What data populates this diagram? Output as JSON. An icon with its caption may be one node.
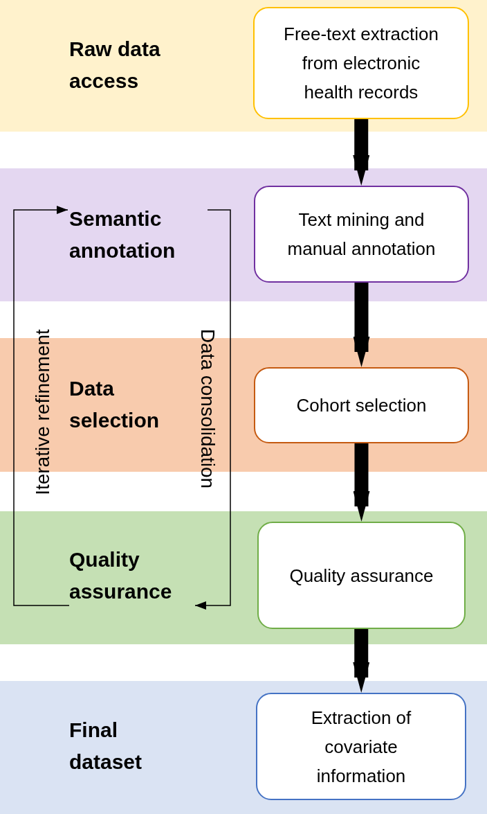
{
  "diagram": {
    "nodes": [
      {
        "text": [],
        "shape": "band"
      },
      {
        "text": [
          "Raw data access"
        ],
        "in": 0
      },
      {
        "text": [
          "Free-text extraction from electronic health records"
        ],
        "in": 0
      },
      {
        "text": [],
        "shape": "band"
      },
      {
        "text": [
          "Semantic annotation"
        ],
        "in": 3
      },
      {
        "text": [
          "Text mining and manual annotation"
        ],
        "in": 3
      },
      {
        "text": [],
        "shape": "band"
      },
      {
        "text": [
          "Data selection"
        ],
        "in": 6
      },
      {
        "text": [
          "Cohort selection"
        ],
        "in": 6
      },
      {
        "text": [],
        "shape": "band"
      },
      {
        "text": [
          "Quality assurance"
        ],
        "in": 9
      },
      {
        "text": [
          "Quality assurance"
        ],
        "in": 9
      },
      {
        "text": [],
        "shape": "band"
      },
      {
        "text": [
          "Final dataset"
        ],
        "in": 12
      },
      {
        "text": [
          "Extraction of covariate information"
        ],
        "in": 12
      }
    ],
    "edges": [
      {
        "from": 2,
        "to": 5,
        "arrow": "to"
      },
      {
        "from": 5,
        "to": 8,
        "arrow": "to"
      },
      {
        "from": 8,
        "to": 11,
        "arrow": "to"
      },
      {
        "from": 11,
        "to": 14,
        "arrow": "to"
      },
      {
        "from": 10,
        "to": 4,
        "arrow": "to",
        "label": "Iterative refinement"
      },
      {
        "from": 4,
        "to": 10,
        "arrow": "to",
        "label": "Data consolidation"
      }
    ]
  }
}
